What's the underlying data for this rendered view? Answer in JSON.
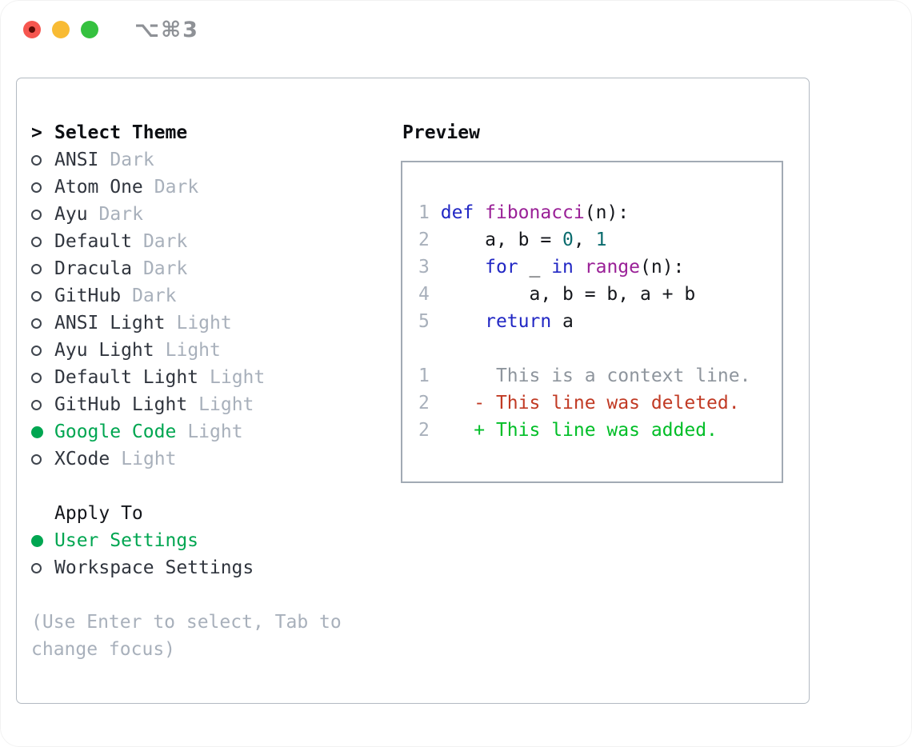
{
  "titlebar": {
    "title": "⌥⌘3",
    "buttons": [
      {
        "name": "close",
        "color": "#f6564f"
      },
      {
        "name": "minimize",
        "color": "#f8bb34"
      },
      {
        "name": "zoom",
        "color": "#35c13f"
      }
    ]
  },
  "left": {
    "prompt": ">",
    "title": "Select Theme",
    "themes": [
      {
        "name": "ANSI",
        "variant": "Dark",
        "selected": false
      },
      {
        "name": "Atom One",
        "variant": "Dark",
        "selected": false
      },
      {
        "name": "Ayu",
        "variant": "Dark",
        "selected": false
      },
      {
        "name": "Default",
        "variant": "Dark",
        "selected": false
      },
      {
        "name": "Dracula",
        "variant": "Dark",
        "selected": false
      },
      {
        "name": "GitHub",
        "variant": "Dark",
        "selected": false
      },
      {
        "name": "ANSI Light",
        "variant": "Light",
        "selected": false
      },
      {
        "name": "Ayu Light",
        "variant": "Light",
        "selected": false
      },
      {
        "name": "Default Light",
        "variant": "Light",
        "selected": false
      },
      {
        "name": "GitHub Light",
        "variant": "Light",
        "selected": false
      },
      {
        "name": "Google Code",
        "variant": "Light",
        "selected": true
      },
      {
        "name": "XCode",
        "variant": "Light",
        "selected": false
      }
    ],
    "apply_to": {
      "title": "Apply To",
      "options": [
        {
          "label": "User Settings",
          "selected": true
        },
        {
          "label": "Workspace Settings",
          "selected": false
        }
      ]
    },
    "hint": "(Use Enter to select, Tab to change focus)"
  },
  "preview": {
    "title": "Preview",
    "lines": [
      {
        "num": "1",
        "segments": [
          {
            "text": "def",
            "style": "kw"
          },
          {
            "text": " ",
            "style": "plain"
          },
          {
            "text": "fibonacci",
            "style": "fn"
          },
          {
            "text": "(n):",
            "style": "plain"
          }
        ]
      },
      {
        "num": "2",
        "segments": [
          {
            "text": "    a, b = ",
            "style": "plain"
          },
          {
            "text": "0",
            "style": "lit"
          },
          {
            "text": ", ",
            "style": "plain"
          },
          {
            "text": "1",
            "style": "lit"
          }
        ]
      },
      {
        "num": "3",
        "segments": [
          {
            "text": "    ",
            "style": "plain"
          },
          {
            "text": "for",
            "style": "kw"
          },
          {
            "text": " _ ",
            "style": "plain"
          },
          {
            "text": "in",
            "style": "kw"
          },
          {
            "text": " ",
            "style": "plain"
          },
          {
            "text": "range",
            "style": "fn"
          },
          {
            "text": "(n):",
            "style": "plain"
          }
        ]
      },
      {
        "num": "4",
        "segments": [
          {
            "text": "        a, b = b, a + b",
            "style": "plain"
          }
        ]
      },
      {
        "num": "5",
        "segments": [
          {
            "text": "    ",
            "style": "plain"
          },
          {
            "text": "return",
            "style": "kw"
          },
          {
            "text": " a",
            "style": "plain"
          }
        ]
      },
      {
        "num": "",
        "segments": []
      },
      {
        "num": "1",
        "segments": [
          {
            "text": "     This is a context line.",
            "style": "ctx"
          }
        ]
      },
      {
        "num": "2",
        "segments": [
          {
            "text": "   - This line was deleted.",
            "style": "del"
          }
        ]
      },
      {
        "num": "2",
        "segments": [
          {
            "text": "   + This line was added.",
            "style": "add"
          }
        ]
      }
    ]
  },
  "colors": {
    "keyword_blue": "#2127c4",
    "function_purple": "#9a2097",
    "literal_teal": "#0b6c6e",
    "selected_green": "#00a651",
    "added_green": "#00be27",
    "deleted_red": "#c13a24",
    "context_gray": "#8e959d",
    "muted_gray": "#a8b0bb",
    "panel_border": "#b3bac2"
  }
}
